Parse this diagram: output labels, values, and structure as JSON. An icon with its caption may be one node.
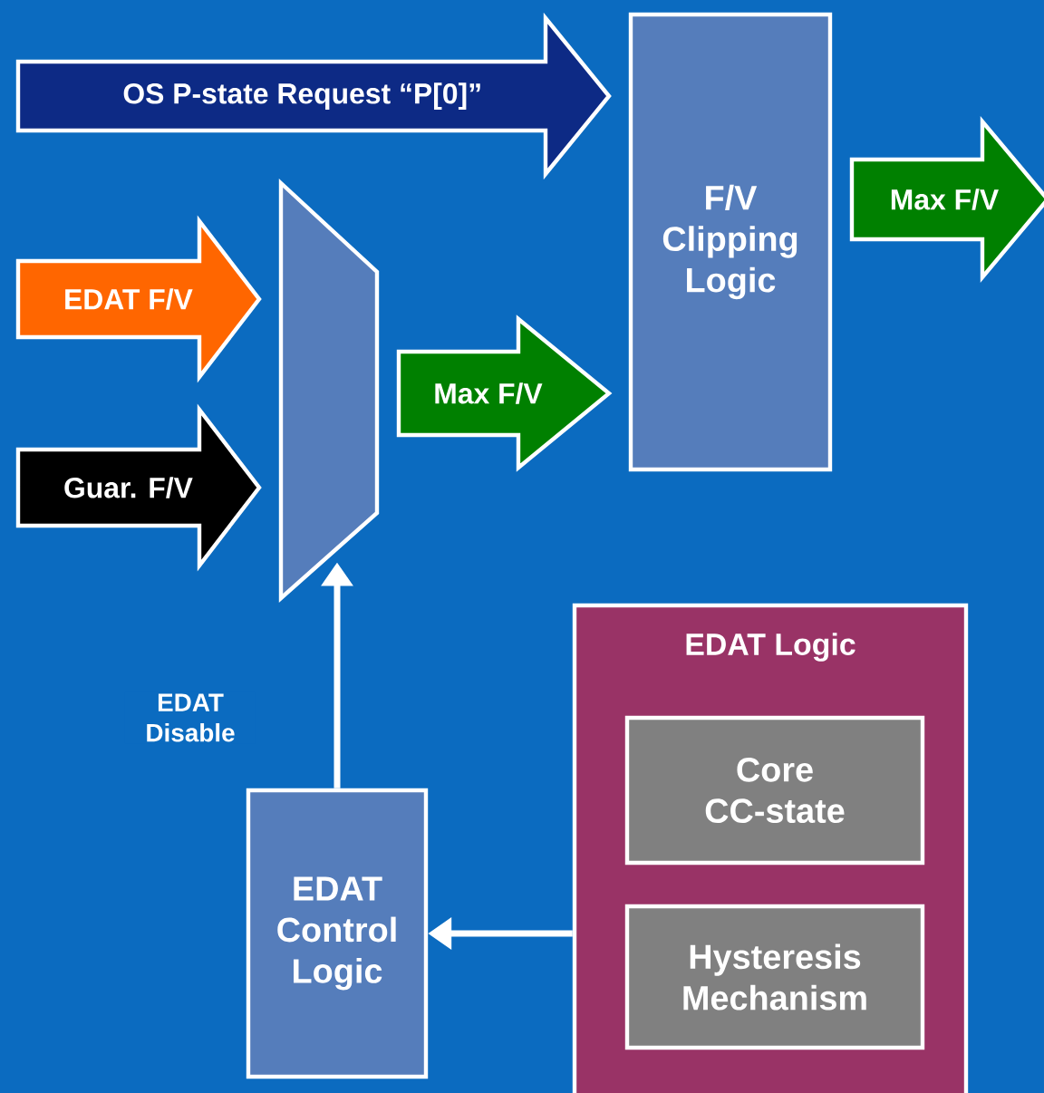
{
  "diagram": {
    "nodes": [
      {
        "text": [],
        "shape": "trapezoid"
      },
      {
        "text": [
          "F/V Clipping Logic"
        ]
      },
      {
        "text": [
          "EDAT Logic"
        ]
      },
      {
        "text": [
          "Core CC-state"
        ],
        "in": 2
      },
      {
        "text": [
          "Hysteresis Mechanism"
        ],
        "in": 2
      },
      {
        "text": [
          "EDAT Control Logic"
        ]
      }
    ],
    "edges": [
      {
        "from": null,
        "to": 1,
        "arrow": "to",
        "label": "OS P-state Request “P[0]”",
        "style": "thick",
        "color": "#0d2a85"
      },
      {
        "from": null,
        "to": 0,
        "arrow": "to",
        "label": "EDAT F/V",
        "style": "thick",
        "color": "#ff6600"
      },
      {
        "from": null,
        "to": 0,
        "arrow": "to",
        "label": "Guar. F/V",
        "style": "thick",
        "color": "#000000"
      },
      {
        "from": 0,
        "to": 1,
        "arrow": "to",
        "label": "Max F/V",
        "style": "thick",
        "color": "#008000"
      },
      {
        "from": 1,
        "to": null,
        "arrow": "to",
        "label": "Max F/V",
        "style": "thick",
        "color": "#008000"
      },
      {
        "from": 5,
        "to": 0,
        "arrow": "to",
        "label": "EDAT Disable"
      },
      {
        "from": 2,
        "to": 5,
        "arrow": "to"
      }
    ]
  }
}
